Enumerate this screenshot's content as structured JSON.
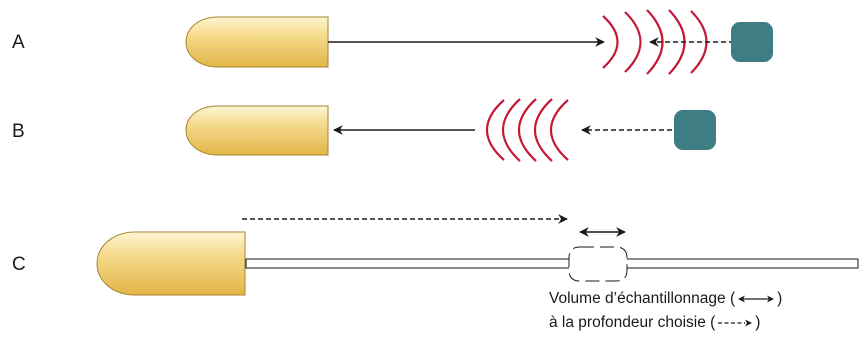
{
  "panels": [
    {
      "label": "A"
    },
    {
      "label": "B"
    },
    {
      "label": "C"
    }
  ],
  "caption": {
    "line1_prefix": "Volume d’échantillonnage (",
    "line1_suffix": ")",
    "line2_prefix": "à la profondeur choisie (",
    "line2_suffix": ")"
  },
  "colors": {
    "transducer_fill_light": "#fdf3c8",
    "transducer_fill_dark": "#e9c25a",
    "transducer_stroke": "#a07f2a",
    "wave": "#c4183a",
    "target": "#3e7d84",
    "line": "#1a1a1a"
  }
}
